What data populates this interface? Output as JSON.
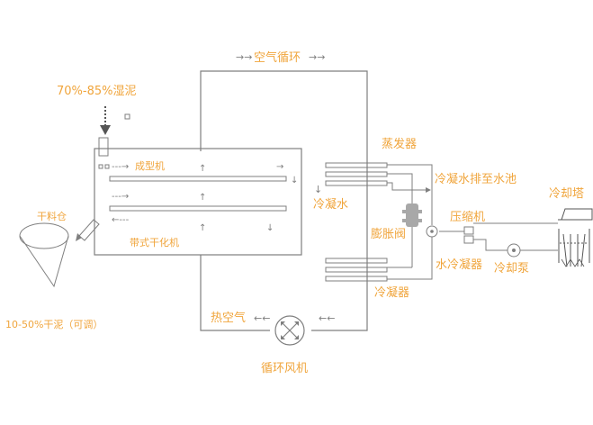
{
  "labels": {
    "air_circulation": "空气循环",
    "wet_sludge": "70%-85%湿泥",
    "forming_machine": "成型机",
    "belt_dryer": "带式干化机",
    "dry_silo": "干料仓",
    "dry_sludge": "10-50%干泥（可调）",
    "hot_air": "热空气",
    "circulation_fan": "循环风机",
    "evaporator": "蒸发器",
    "condensate_drain": "冷凝水排至水池",
    "condensate": "冷凝水",
    "compressor": "压缩机",
    "expansion_valve": "膨胀阀",
    "water_condenser": "水冷凝器",
    "cooling_pump": "冷却泵",
    "cooling_tower": "冷却塔",
    "condenser": "冷凝器"
  },
  "colors": {
    "label": "#f0a53c",
    "line": "#7f7f7f",
    "dark": "#555555",
    "valve": "#a8a8a8"
  },
  "icons": {
    "fan": "fan-icon",
    "valve": "expansion-valve-icon",
    "tower": "cooling-tower-icon",
    "pump": "pump-icon",
    "silo": "silo-cone-icon"
  }
}
